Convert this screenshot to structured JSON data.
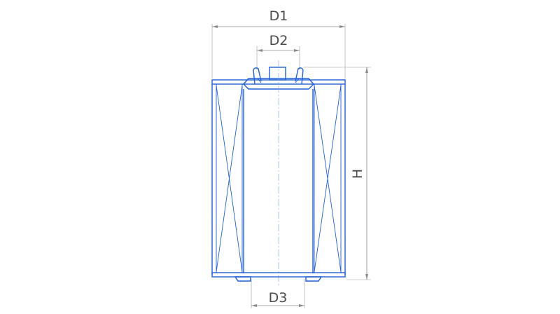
{
  "diagram": {
    "labels": {
      "d1": "D1",
      "d2": "D2",
      "d3": "D3",
      "h": "H"
    },
    "colors": {
      "outline": "#1f5fd6",
      "dimension": "#8a8a8a",
      "text": "#4a4a4a",
      "background": "#ffffff"
    }
  }
}
